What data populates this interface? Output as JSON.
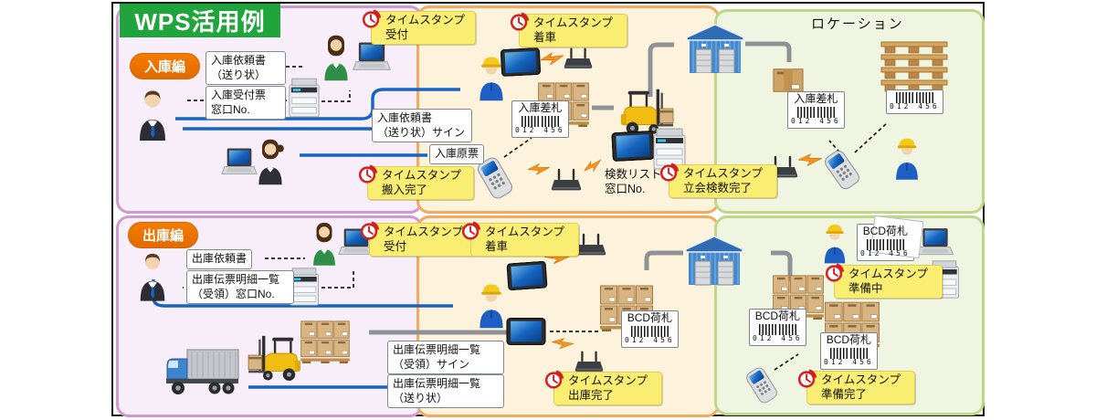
{
  "title": "WPS活用例",
  "legend": {
    "inbound": "入庫編",
    "outbound": "出庫編",
    "location": "ロケーション"
  },
  "stamp_title": "タイムスタンプ",
  "stamps": {
    "in_reception": "受付",
    "in_arrive": "着車",
    "in_carry_in_done": "搬入完了",
    "in_witness_count_done": "立会検数完了",
    "out_reception": "受付",
    "out_arrive": "着車",
    "out_ship_done": "出庫完了",
    "out_preparing": "準備中",
    "out_prep_done": "準備完了"
  },
  "docs": {
    "in_request": "入庫依頼書\n（送り状）",
    "in_receipt_no": "入庫受付票\n窓口No.",
    "in_request_sign": "入庫依頼書\n（送り状）サイン",
    "in_original": "入庫原票",
    "count_list_no": "検数リスト\n窓口No.",
    "out_request": "出庫依頼書",
    "out_slip_receipt_no": "出庫伝票明細一覧\n（受領）窓口No.",
    "out_slip_receipt_sign": "出庫伝票明細一覧\n（受領）サイン",
    "out_slip_invoice": "出庫伝票明細一覧\n（送り状）"
  },
  "tags": {
    "inbound_tag": "入庫差札",
    "bcd_tag": "BCD荷札",
    "barcode_digits": "012 456"
  },
  "icons": {
    "timestamp_clock": "red-clock-badge",
    "wireless_link": "orange-lightning-bolt",
    "devices": [
      "laptop",
      "tablet",
      "multifunction-printer",
      "wifi-router",
      "handheld-scanner"
    ],
    "actors": [
      "office-woman-green",
      "office-woman-dark",
      "driver-suit",
      "warehouse-worker-helmet"
    ],
    "objects": [
      "warehouse-building",
      "forklift",
      "truck",
      "pallet-boxes",
      "single-box",
      "pallet-rack",
      "barcode-label"
    ]
  },
  "colors": {
    "banner_green": "#1fa53c",
    "pill_orange": "#f57c00",
    "zone_purple_border": "#d09ad0",
    "zone_purple_fill": "#f8eef9",
    "zone_cream_border": "#f2aa5e",
    "zone_cream_fill": "#fdf3dd",
    "zone_green_border": "#bdd887",
    "zone_green_fill": "#eff5e0",
    "sticky_yellow": "#f9ee72",
    "arrow_blue": "#1565c0",
    "arrow_gray": "#8e9296",
    "clock_red": "#d31f1f"
  }
}
